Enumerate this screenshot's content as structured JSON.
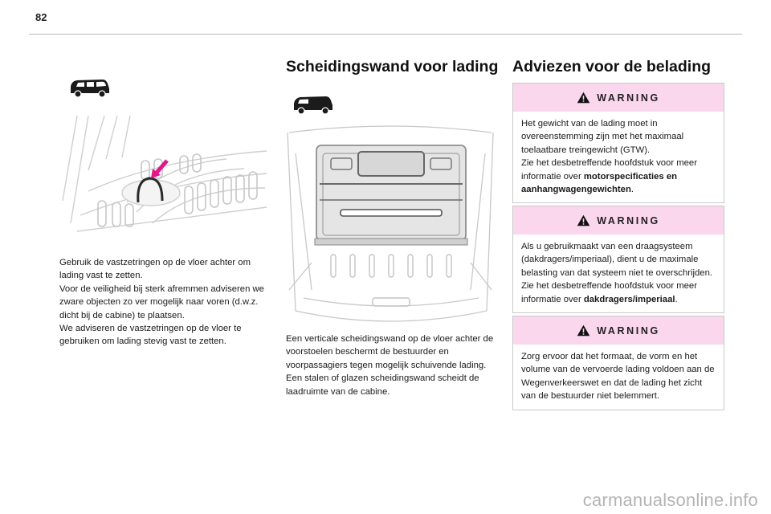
{
  "page": {
    "number": "82"
  },
  "col1": {
    "paragraphs": [
      "Gebruik de vastzetringen op de vloer achter om lading vast te zetten.",
      "Voor de veiligheid bij sterk afremmen adviseren we zware objecten zo ver mogelijk naar voren (d.w.z. dicht bij de cabine) te plaatsen.",
      "We adviseren de vastzetringen op de vloer te gebruiken om lading stevig vast te zetten."
    ]
  },
  "col2": {
    "heading": "Scheidingswand voor lading",
    "paragraphs": [
      "Een verticale scheidingswand op de vloer achter de voorstoelen beschermt de bestuurder en voorpassagiers tegen mogelijk schuivende lading.",
      "Een stalen of glazen scheidingswand scheidt de laadruimte van de cabine."
    ]
  },
  "col3": {
    "heading": "Adviezen voor de belading",
    "warnings": [
      {
        "title": "WARNING",
        "line1": "Het gewicht van de lading moet in overeenstemming zijn met het maximaal toelaatbare treingewicht (GTW).",
        "line2_pre": "Zie het desbetreffende hoofdstuk voor meer informatie over ",
        "line2_bold": "motorspecificaties en aanhangwagengewichten",
        "line2_post": "."
      },
      {
        "title": "WARNING",
        "line1": "Als u gebruikmaakt van een draagsysteem (dakdragers/imperiaal), dient u de maximale belasting van dat systeem niet te overschrijden.",
        "line2_pre": "Zie het desbetreffende hoofdstuk voor meer informatie over ",
        "line2_bold": "dakdragers/imperiaal",
        "line2_post": "."
      },
      {
        "title": "WARNING",
        "line1": "Zorg ervoor dat het formaat, de vorm en het volume van de vervoerde lading voldoen aan de Wegenverkeerswet en dat de lading het zicht van de bestuurder niet belemmert."
      }
    ]
  },
  "watermark": "carmanualsonline.info",
  "colors": {
    "warning_header_bg": "#fbd7ee",
    "arrow": "#e2178c"
  }
}
